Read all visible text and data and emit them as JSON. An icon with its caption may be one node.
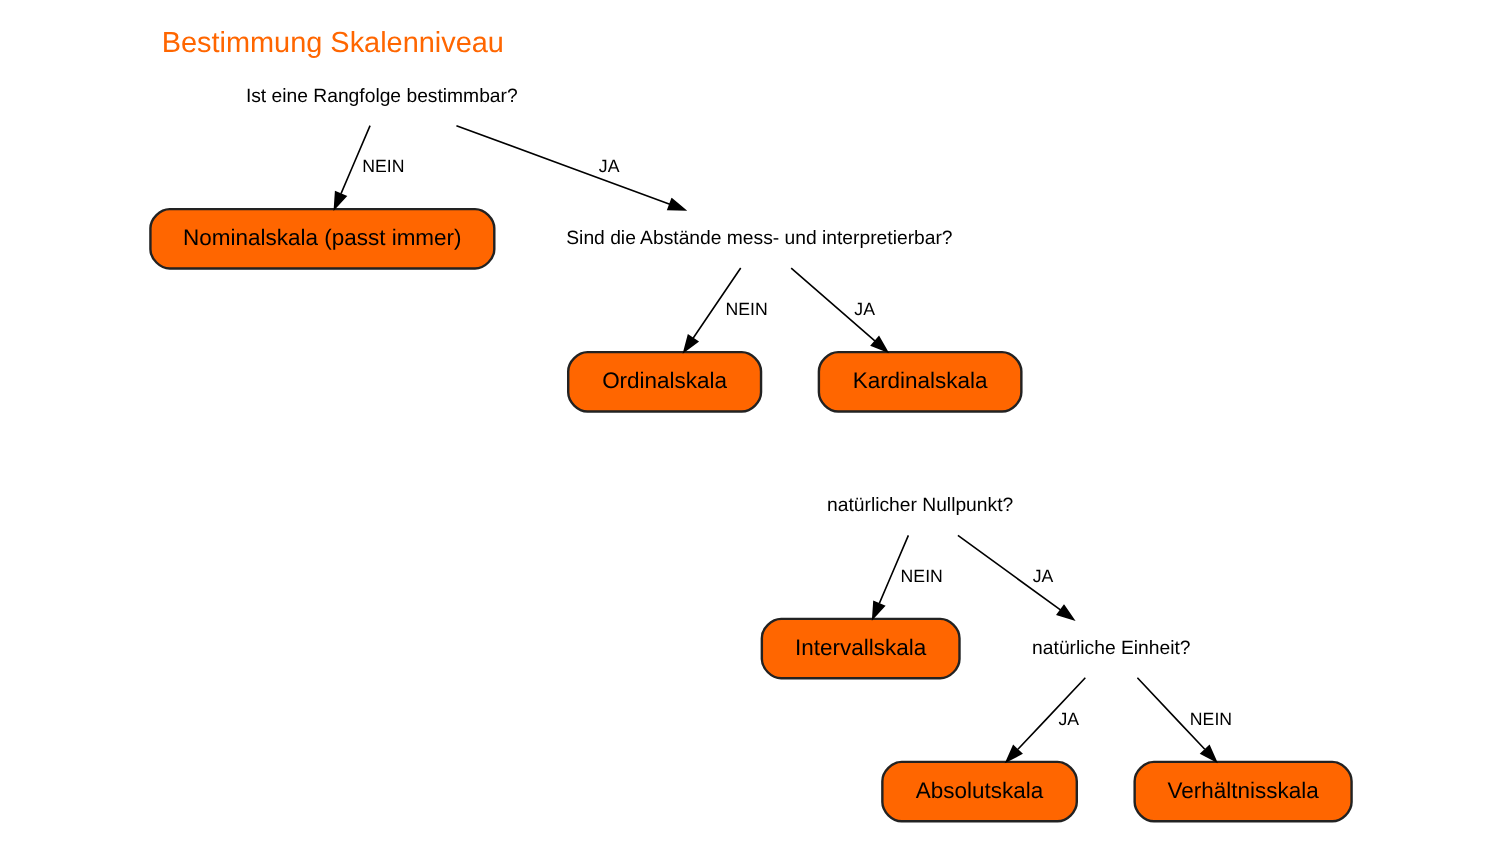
{
  "diagram": {
    "title": "Bestimmung Skalenniveau",
    "nodes": [
      {
        "text": [
          "Ist eine Rangfolge bestimmbar?"
        ]
      },
      {
        "text": [
          "Nominalskala (passt immer)"
        ]
      },
      {
        "text": [
          "Sind die Abstände mess- und interpretierbar?"
        ]
      },
      {
        "text": [
          "Ordinalskala"
        ]
      },
      {
        "text": [
          "Kardinalskala"
        ]
      },
      {
        "text": [
          "natürlicher Nullpunkt?"
        ]
      },
      {
        "text": [
          "Intervallskala"
        ]
      },
      {
        "text": [
          "natürliche Einheit?"
        ]
      },
      {
        "text": [
          "Absolutskala"
        ]
      },
      {
        "text": [
          "Verhältnisskala"
        ]
      }
    ],
    "edges": [
      {
        "from": 0,
        "to": 1,
        "arrow": "to",
        "label": "NEIN"
      },
      {
        "from": 0,
        "to": 2,
        "arrow": "to",
        "label": "JA"
      },
      {
        "from": 2,
        "to": 4,
        "arrow": "to",
        "label": "JA"
      },
      {
        "from": 2,
        "to": 3,
        "arrow": "to",
        "label": "NEIN"
      },
      {
        "from": 5,
        "to": 7,
        "arrow": "to",
        "label": "JA"
      },
      {
        "from": 5,
        "to": 6,
        "arrow": "to",
        "label": "NEIN"
      },
      {
        "from": 7,
        "to": 8,
        "arrow": "to",
        "label": "JA"
      },
      {
        "from": 7,
        "to": 9,
        "arrow": "to",
        "label": "NEIN"
      }
    ]
  }
}
